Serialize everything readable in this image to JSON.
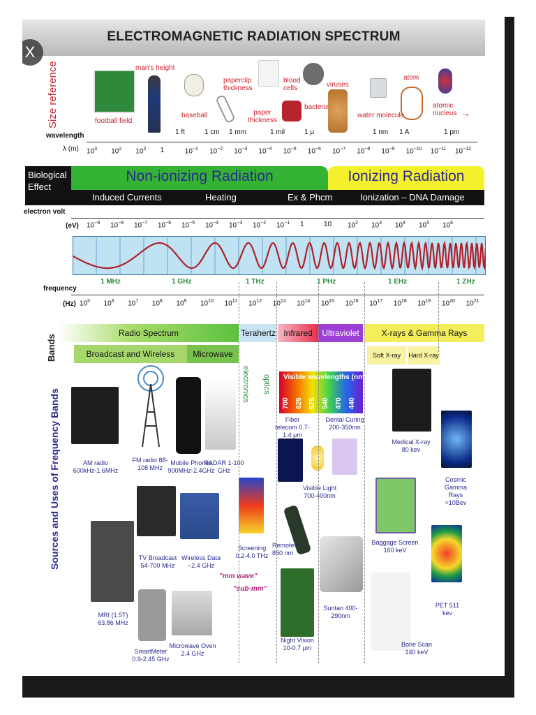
{
  "title": "ELECTROMAGNETIC RADIATION SPECTRUM",
  "close_label": "X",
  "size_reference": {
    "heading": "Size reference",
    "items": {
      "football": "football field",
      "man": "man's height",
      "baseball": "baseball",
      "paperclip": "paperclip thickness",
      "paper": "paper thickness",
      "blood": "blood cells",
      "bacteria": "bacteria",
      "viruses": "viruses",
      "water": "water molecule",
      "atom": "atom",
      "nucleus": "atomic nucleus"
    },
    "markers": [
      "1 ft",
      "1 cm",
      "1 mm",
      "1 mil",
      "1 μ",
      "1 nm",
      "1 A",
      "1 pm"
    ]
  },
  "wavelength": {
    "label": "wavelength",
    "unit": "λ (m)",
    "ticks": [
      {
        "b": "10",
        "e": "3"
      },
      {
        "b": "10",
        "e": "2"
      },
      {
        "b": "10",
        "e": "2"
      },
      {
        "b": "1",
        "e": ""
      },
      {
        "b": "10",
        "e": "−1"
      },
      {
        "b": "10",
        "e": "−2"
      },
      {
        "b": "10",
        "e": "−3"
      },
      {
        "b": "10",
        "e": "−4"
      },
      {
        "b": "10",
        "e": "−5"
      },
      {
        "b": "10",
        "e": "−6"
      },
      {
        "b": "10",
        "e": "−7"
      },
      {
        "b": "10",
        "e": "−8"
      },
      {
        "b": "10",
        "e": "−9"
      },
      {
        "b": "10",
        "e": "−10"
      },
      {
        "b": "10",
        "e": "−11"
      },
      {
        "b": "10",
        "e": "−12"
      }
    ]
  },
  "bio": {
    "label": "Biological Effect",
    "non_ionizing": "Non-ionizing Radiation",
    "ionizing": "Ionizing Radiation",
    "induced": "Induced Currents",
    "heating": "Heating",
    "ex": "Ex & Phcm",
    "ionization": "Ionization – DNA Damage"
  },
  "electron_volt": {
    "label": "electron volt",
    "unit": "(eV)",
    "ticks": [
      {
        "b": "10",
        "e": "−9"
      },
      {
        "b": "10",
        "e": "−8"
      },
      {
        "b": "10",
        "e": "−7"
      },
      {
        "b": "10",
        "e": "−6"
      },
      {
        "b": "10",
        "e": "−5"
      },
      {
        "b": "10",
        "e": "−4"
      },
      {
        "b": "10",
        "e": "−3"
      },
      {
        "b": "10",
        "e": "−2"
      },
      {
        "b": "10",
        "e": "−1"
      },
      {
        "b": "1",
        "e": ""
      },
      {
        "b": "10",
        "e": ""
      },
      {
        "b": "10",
        "e": "2"
      },
      {
        "b": "10",
        "e": "3"
      },
      {
        "b": "10",
        "e": "4"
      },
      {
        "b": "10",
        "e": "5"
      },
      {
        "b": "10",
        "e": "6"
      }
    ]
  },
  "frequency": {
    "label": "frequency",
    "unit": "(Hz)",
    "markers": [
      "1 MHz",
      "1 GHz",
      "1 THz",
      "1 PHz",
      "1 EHz",
      "1 ZHz"
    ],
    "ticks": [
      {
        "b": "10",
        "e": "5"
      },
      {
        "b": "10",
        "e": "6"
      },
      {
        "b": "10",
        "e": "7"
      },
      {
        "b": "10",
        "e": "8"
      },
      {
        "b": "10",
        "e": "9"
      },
      {
        "b": "10",
        "e": "10"
      },
      {
        "b": "10",
        "e": "11"
      },
      {
        "b": "10",
        "e": "12"
      },
      {
        "b": "10",
        "e": "13"
      },
      {
        "b": "10",
        "e": "14"
      },
      {
        "b": "10",
        "e": "15"
      },
      {
        "b": "10",
        "e": "16"
      },
      {
        "b": "10",
        "e": "17"
      },
      {
        "b": "10",
        "e": "18"
      },
      {
        "b": "10",
        "e": "19"
      },
      {
        "b": "10",
        "e": "20"
      },
      {
        "b": "10",
        "e": "21"
      }
    ]
  },
  "bands": {
    "label": "Bands",
    "radio": "Radio Spectrum",
    "broadcast": "Broadcast and Wireless",
    "microwave": "Microwave",
    "terahertz": "Terahertz",
    "infrared": "Infrared",
    "ultraviolet": "Ultraviolet",
    "xray_gamma": "X-rays & Gamma Rays",
    "soft_xray": "Soft X-ray",
    "hard_xray": "Hard X-ray"
  },
  "visible": {
    "label": "Visible wavelengths (nm)",
    "values": [
      "700",
      "625",
      "575",
      "540",
      "470",
      "440"
    ]
  },
  "sources": {
    "heading": "Sources and Uses of Frequency Bands",
    "electronics": "electronics",
    "optics": "optics",
    "am": "AM radio 600kHz-1.6MHz",
    "fm": "FM radio 88-108 MHz",
    "mobile": "Mobile Phones 900MHz-2.4GHz",
    "radar": "RADAR 1-100 GHz",
    "tv": "TV Broadcast 54-700 MHz",
    "wireless": "Wireless Data ~2.4 GHz",
    "mri": "MRI (1.5T) 63.86 MHz",
    "smartmeter": "SmartMeter 0.9-2.45 GHz",
    "microwave_oven": "Microwave Oven 2.4 GHz",
    "mmwave": "\"mm wave\"",
    "submm": "\"sub-mm\"",
    "screening": "Screening 0.2-4.0 THz",
    "fiber": "Fiber telecom 0.7-1.4 μm",
    "dental": "Dental Curing 200-350nm",
    "visible_light": "Visible Light 700-400nm",
    "remotes": "Remotes 850 nm",
    "night": "Night Vision 10-0.7 μm",
    "suntan": "Suntan 400-290nm",
    "medical_xray": "Medical X-ray 80 kev",
    "baggage": "Baggage Screen 160 keV",
    "bone": "Bone Scan 140 keV",
    "cosmic": "Cosmic Gamma Rays >10Bev",
    "pet": "PET 511 kev"
  }
}
